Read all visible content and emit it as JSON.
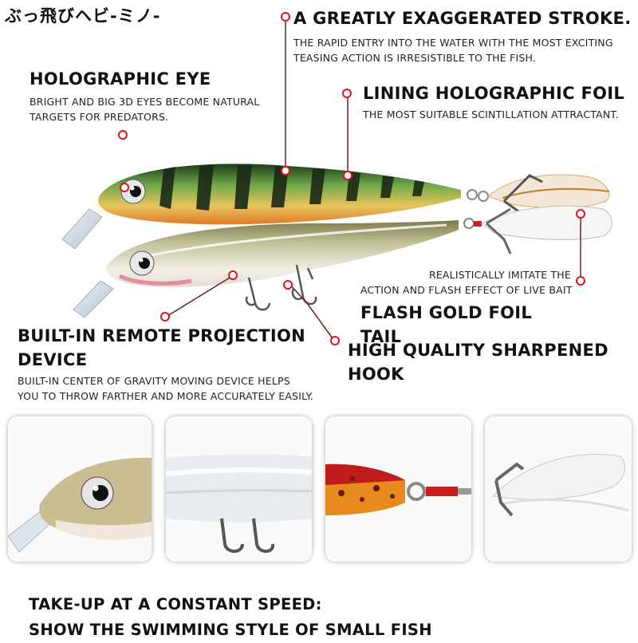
{
  "title_jp": "ぶっ飛びヘビ-ミノ-",
  "callouts": {
    "stroke": {
      "heading": "A GREATLY EXAGGERATED STROKE.",
      "desc": [
        "THE RAPID ENTRY INTO THE WATER WITH THE MOST EXCITING",
        "TEASING ACTION IS IRRESISTIBLE TO THE FISH."
      ]
    },
    "eye": {
      "heading": "HOLOGRAPHIC EYE",
      "desc": [
        "BRIGHT AND BIG 3D EYES BECOME NATURAL",
        "TARGETS FOR PREDATORS."
      ]
    },
    "foil": {
      "heading": "LINING HOLOGRAPHIC FOIL",
      "desc": [
        "THE MOST SUITABLE SCINTILLATION ATTRACTANT."
      ]
    },
    "tail": {
      "desc": [
        "REALISTICALLY IMITATE THE",
        "ACTION AND FLASH EFFECT OF LIVE BAIT"
      ],
      "heading": "FLASH GOLD FOIL TAIL"
    },
    "remote": {
      "heading": [
        "BUILT-IN REMOTE PROJECTION",
        "DEVICE"
      ],
      "desc": [
        "BUILT-IN CENTER OF GRAVITY MOVING DEVICE HELPS",
        "YOU TO THROW FARTHER AND MORE ACCURATELY EASILY."
      ]
    },
    "hook": {
      "heading": [
        "HIGH QUALITY SHARPENED",
        "HOOK"
      ]
    }
  },
  "footer": [
    "TAKE-UP AT A CONSTANT SPEED:",
    "SHOW THE SWIMMING STYLE OF SMALL FISH"
  ],
  "colors": {
    "marker": "#e0141e",
    "leader": "#6a2020",
    "text": "#111111"
  }
}
